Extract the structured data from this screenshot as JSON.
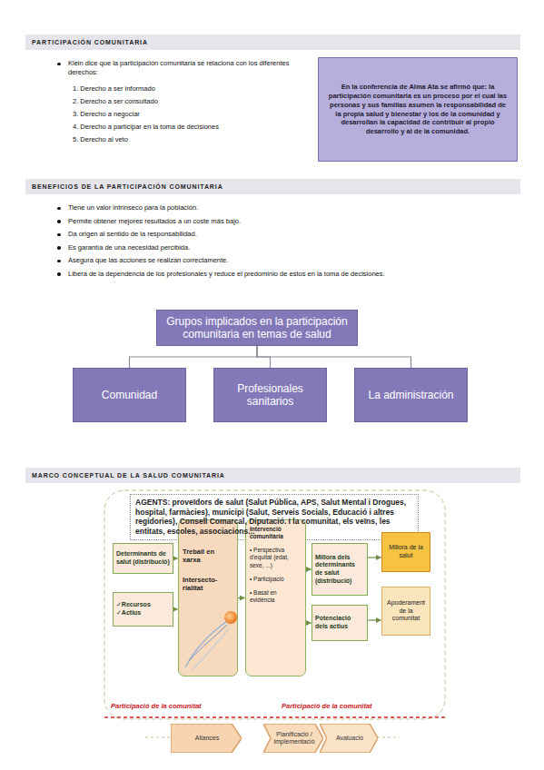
{
  "diagram": {
    "nodes": [
      {
        "text": [
          "PARTICIPACIÓN COMUNITARIA"
        ]
      },
      {
        "text": [
          "En la conferencia de Alma Ata se afirmó que: la participación comunitaria es un proceso por el cual las personas y sus familias asumen la responsabilidad de la propia salud y bienestar y los de la comunidad y desarrollan la capacidad de contribuir al propio desarrollo y al de la comunidad."
        ]
      },
      {
        "text": [
          "BENEFICIOS DE LA PARTICIPACIÓN COMUNITARIA"
        ]
      },
      {
        "text": [
          "Grupos implicados en la participación comunitaria en temas de salud"
        ]
      },
      {
        "text": [
          "Comunidad"
        ]
      },
      {
        "text": [
          "Profesionales sanitarios"
        ]
      },
      {
        "text": [
          "La administración"
        ]
      },
      {
        "text": [
          "MARCO CONCEPTUAL DE LA SALUD COMUNITARIA"
        ]
      },
      {
        "text": [
          "AGENTS: proveïdors de salut (Salut Pública, APS, Salut Mental i Drogues, hospital, farmàcies), municipi (Salut, Serveis Socials, Educació i altres regidories), Consell Comarcal, Diputació. I la comunitat, els veïns, les entitats, escoles, associacions..."
        ]
      },
      {
        "text": [
          "Determinants de salut (distribució)"
        ]
      },
      {
        "text": [
          "✓Recursos ✓Actius"
        ]
      },
      {
        "text": [
          "Treball en xarxa",
          "Intersecto-rialitat"
        ]
      },
      {
        "text": [
          "Intervenció comunitària",
          "• Perspectiva d'equitat (edat, sexe, ...)",
          "• Participació",
          "• Basat en evidència"
        ]
      },
      {
        "text": [
          "Millora dels determinants de salut (distribució)"
        ]
      },
      {
        "text": [
          "Potenciació dels actius"
        ]
      },
      {
        "text": [
          "Millora de la salut"
        ]
      },
      {
        "text": [
          "Apoderament de la comunitat"
        ]
      },
      {
        "text": [
          "Aliances"
        ]
      },
      {
        "text": [
          "Planificació / implementació"
        ]
      },
      {
        "text": [
          "Avaluació"
        ]
      }
    ],
    "edges": [
      {
        "from": 3,
        "to": 4,
        "arrow": "none"
      },
      {
        "from": 3,
        "to": 5,
        "arrow": "none"
      },
      {
        "from": 3,
        "to": 6,
        "arrow": "none"
      },
      {
        "from": 9,
        "to": 11,
        "arrow": "to"
      },
      {
        "from": 10,
        "to": 11,
        "arrow": "to"
      },
      {
        "from": 11,
        "to": 12,
        "arrow": "to"
      },
      {
        "from": 12,
        "to": 13,
        "arrow": "to"
      },
      {
        "from": 12,
        "to": 14,
        "arrow": "to"
      },
      {
        "from": 13,
        "to": 15,
        "arrow": "to"
      },
      {
        "from": 14,
        "to": 16,
        "arrow": "to"
      }
    ],
    "labels": [
      "Klein dice que la participación comunitaria se relaciona con los diferentes derechos:",
      "1. Derecho a ser informado",
      "2. Derecho a ser consultado",
      "3. Derecho a negociar",
      "4. Derecho a participar en la toma de decisiones",
      "5. Derecho al veto",
      "Tiene un valor intrínseco para la población.",
      "Permite obtener mejores resultados a un coste más bajo.",
      "Da origen al sentido de la responsabilidad.",
      "Es garantía de una necesidad percibida.",
      "Asegura que las acciones se realizan correctamente.",
      "Libera de la dependencia de los profesionales y reduce el predominio de estos en la toma de decisiones.",
      "Participació de la comunitat",
      "Participació de la comunitat"
    ]
  }
}
